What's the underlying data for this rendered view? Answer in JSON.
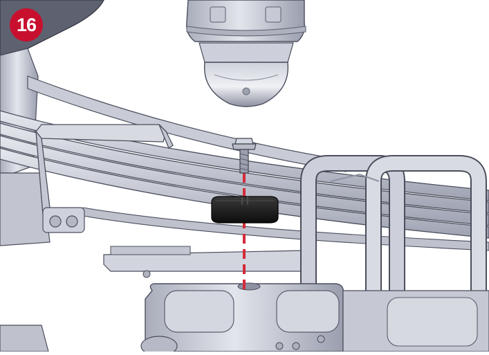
{
  "step": {
    "number": "16"
  },
  "colors": {
    "badge": "#c8102e",
    "guide_line": "#d42a3a",
    "metal_light": "#d9dbe3",
    "metal_mid": "#b9bcc8",
    "metal_dark": "#8e92a2",
    "outline": "#4a4e5c",
    "bumper": "#141414"
  },
  "icons": {
    "guide": "dashed-alignment-line",
    "fastener": "flange-bolt"
  }
}
